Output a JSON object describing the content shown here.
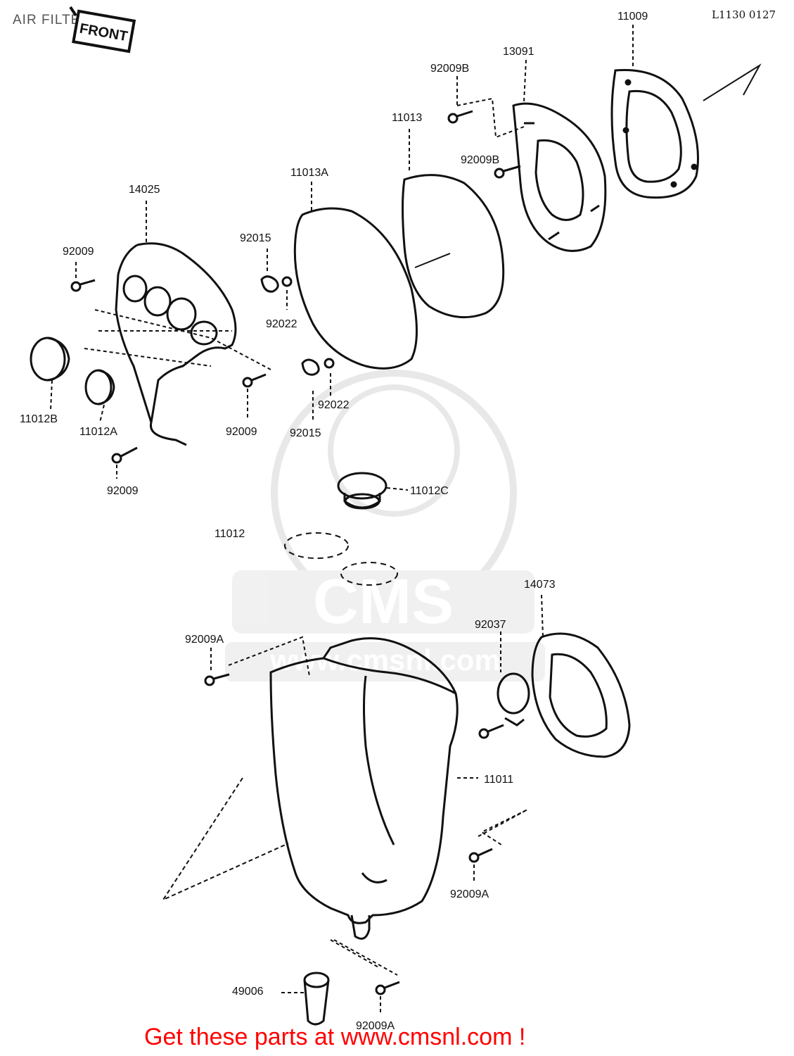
{
  "header": {
    "title": "AIR FILTER",
    "code": "L1130 0127"
  },
  "front_label": "FRONT",
  "watermark": {
    "brand": "CMS",
    "url": "www.cmsnl.com"
  },
  "footer": {
    "text": "Get these parts at www.cmsnl.com !"
  },
  "part_labels": {
    "p11009": "11009",
    "p13091": "13091",
    "p92009B_top": "92009B",
    "p11013": "11013",
    "p92009B_mid": "92009B",
    "p11013A": "11013A",
    "p14025": "14025",
    "p92009_left": "92009",
    "p92015_top": "92015",
    "p92022_top": "92022",
    "p92022_bottom": "92022",
    "p92015_bottom": "92015",
    "p11012B": "11012B",
    "p11012A": "11012A",
    "p92009_mid": "92009",
    "p92009_bottom": "92009",
    "p11012C": "11012C",
    "p11012": "11012",
    "p14073": "14073",
    "p92037": "92037",
    "p92009A_left": "92009A",
    "p11011": "11011",
    "p92009A_right": "92009A",
    "p49006": "49006",
    "p92009A_bottom": "92009A"
  }
}
